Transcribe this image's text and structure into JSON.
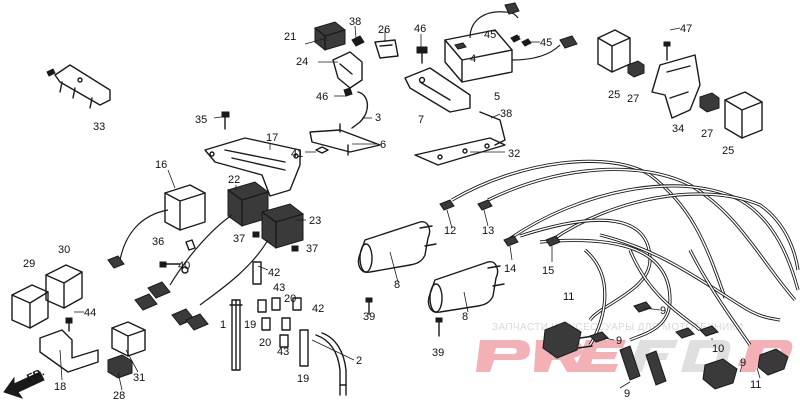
{
  "watermark": {
    "caption": "ЗАПЧАСТИ И АКСЕССУАРЫ ДЛЯ МОТОТЕХНИКИ",
    "colors": {
      "red": "#f2a8ae",
      "grey": "#dcdcdc"
    }
  },
  "direction_label": "FR.",
  "callouts": [
    {
      "id": "c21",
      "text": "21"
    },
    {
      "id": "c38a",
      "text": "38"
    },
    {
      "id": "c26",
      "text": "26"
    },
    {
      "id": "c46a",
      "text": "46"
    },
    {
      "id": "c45a",
      "text": "45"
    },
    {
      "id": "c45b",
      "text": "45"
    },
    {
      "id": "c47",
      "text": "47"
    },
    {
      "id": "c24",
      "text": "24"
    },
    {
      "id": "c4",
      "text": "4"
    },
    {
      "id": "c5",
      "text": "5"
    },
    {
      "id": "c25a",
      "text": "25"
    },
    {
      "id": "c27a",
      "text": "27"
    },
    {
      "id": "c46b",
      "text": "46"
    },
    {
      "id": "c3",
      "text": "3"
    },
    {
      "id": "c7",
      "text": "7"
    },
    {
      "id": "c38b",
      "text": "38"
    },
    {
      "id": "c34",
      "text": "34"
    },
    {
      "id": "c27b",
      "text": "27"
    },
    {
      "id": "c25b",
      "text": "25"
    },
    {
      "id": "c33",
      "text": "33"
    },
    {
      "id": "c35",
      "text": "35"
    },
    {
      "id": "c17",
      "text": "17"
    },
    {
      "id": "c6",
      "text": "6"
    },
    {
      "id": "c41",
      "text": "41"
    },
    {
      "id": "c32",
      "text": "32"
    },
    {
      "id": "c16",
      "text": "16"
    },
    {
      "id": "c22",
      "text": "22"
    },
    {
      "id": "c23",
      "text": "23"
    },
    {
      "id": "c12",
      "text": "12"
    },
    {
      "id": "c13",
      "text": "13"
    },
    {
      "id": "c36",
      "text": "36"
    },
    {
      "id": "c37a",
      "text": "37"
    },
    {
      "id": "c37b",
      "text": "37"
    },
    {
      "id": "c29",
      "text": "29"
    },
    {
      "id": "c30",
      "text": "30"
    },
    {
      "id": "c40",
      "text": "40"
    },
    {
      "id": "c14",
      "text": "14"
    },
    {
      "id": "c15",
      "text": "15"
    },
    {
      "id": "c42a",
      "text": "42"
    },
    {
      "id": "c8a",
      "text": "8"
    },
    {
      "id": "c44",
      "text": "44"
    },
    {
      "id": "c43a",
      "text": "43"
    },
    {
      "id": "c20a",
      "text": "20"
    },
    {
      "id": "c42b",
      "text": "42"
    },
    {
      "id": "c1",
      "text": "1"
    },
    {
      "id": "c19a",
      "text": "19"
    },
    {
      "id": "c11a",
      "text": "11"
    },
    {
      "id": "c9a",
      "text": "9"
    },
    {
      "id": "c39a",
      "text": "39"
    },
    {
      "id": "c8b",
      "text": "8"
    },
    {
      "id": "c9b",
      "text": "9"
    },
    {
      "id": "c20b",
      "text": "20"
    },
    {
      "id": "c43b",
      "text": "43"
    },
    {
      "id": "c2",
      "text": "2"
    },
    {
      "id": "c39b",
      "text": "39"
    },
    {
      "id": "c10",
      "text": "10"
    },
    {
      "id": "c9c",
      "text": "9"
    },
    {
      "id": "c18",
      "text": "18"
    },
    {
      "id": "c31",
      "text": "31"
    },
    {
      "id": "c19b",
      "text": "19"
    },
    {
      "id": "c28",
      "text": "28"
    },
    {
      "id": "c9d",
      "text": "9"
    },
    {
      "id": "c11b",
      "text": "11"
    }
  ]
}
